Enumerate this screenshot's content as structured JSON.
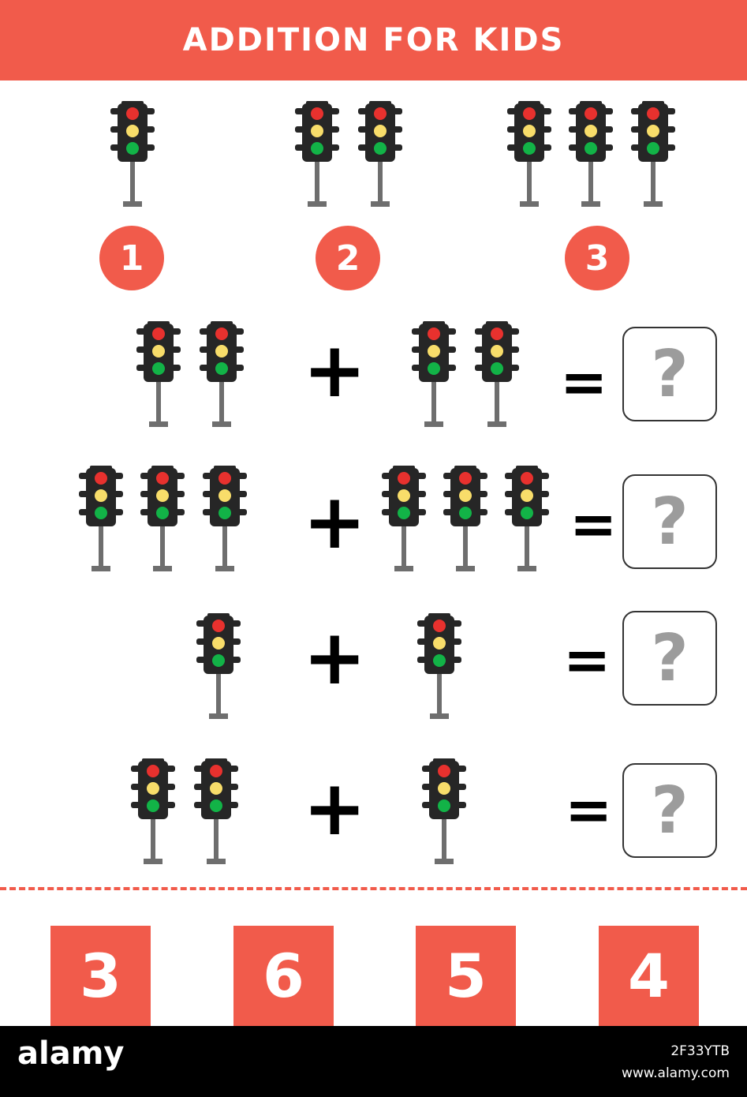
{
  "header": {
    "title": "ADDITION FOR KIDS"
  },
  "colors": {
    "accent": "#f15b4b",
    "light_red": "#e8312e",
    "light_yellow": "#f8dd6a",
    "light_green": "#12b347",
    "signal_body": "#262626",
    "pole": "#6e6e6e",
    "question_mark": "#9c9c9c"
  },
  "legend": [
    {
      "count": 1,
      "label": "1"
    },
    {
      "count": 2,
      "label": "2"
    },
    {
      "count": 3,
      "label": "3"
    }
  ],
  "exercises": [
    {
      "left_count": 2,
      "right_count": 2,
      "plus": "+",
      "equals": "=",
      "answer_placeholder": "?"
    },
    {
      "left_count": 3,
      "right_count": 3,
      "plus": "+",
      "equals": "=",
      "answer_placeholder": "?"
    },
    {
      "left_count": 1,
      "right_count": 1,
      "plus": "+",
      "equals": "=",
      "answer_placeholder": "?"
    },
    {
      "left_count": 2,
      "right_count": 1,
      "plus": "+",
      "equals": "=",
      "answer_placeholder": "?"
    }
  ],
  "answer_cards": [
    {
      "label": "3"
    },
    {
      "label": "6"
    },
    {
      "label": "5"
    },
    {
      "label": "4"
    }
  ],
  "icons": {
    "traffic_light": "traffic-light-icon"
  },
  "footer": {
    "logo": "alamy",
    "image_code": "2F33YTB",
    "url": "www.alamy.com"
  }
}
